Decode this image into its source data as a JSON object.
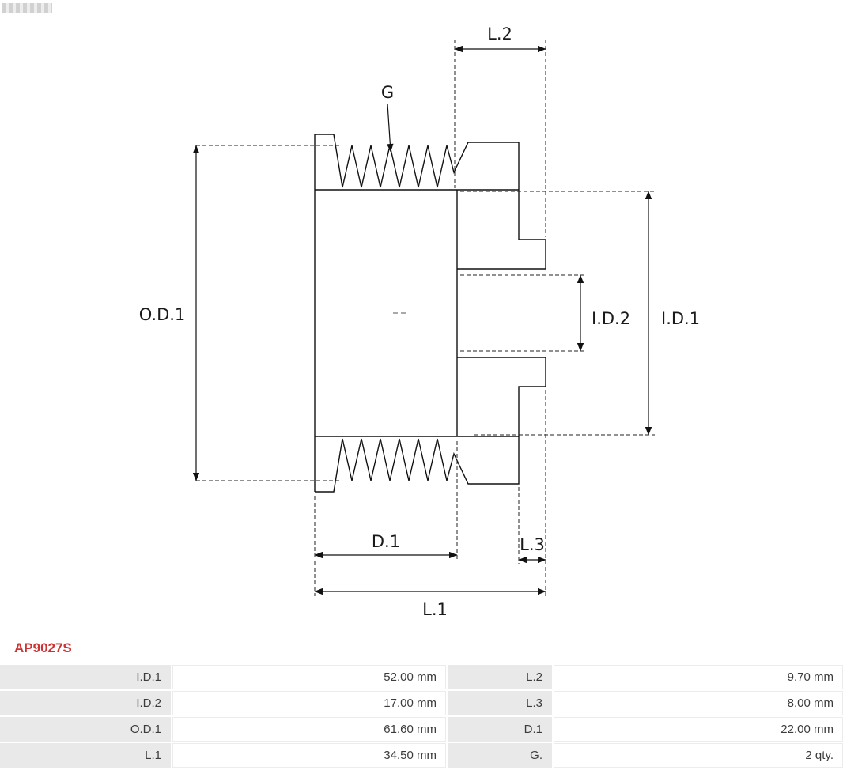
{
  "header": {
    "logo_icon": "as-pl-logo"
  },
  "part_number": {
    "text": "AP9027S",
    "color": "#cc3333"
  },
  "diagram": {
    "type": "pulley-cross-section-technical-drawing",
    "labels": {
      "g": "G",
      "l2": "L.2",
      "od1": "O.D.1",
      "id2": "I.D.2",
      "id1": "I.D.1",
      "d1": "D.1",
      "l3": "L.3",
      "l1": "L.1"
    }
  },
  "specs": {
    "rows": [
      {
        "label1": "I.D.1",
        "value1": "52.00 mm",
        "label2": "L.2",
        "value2": "9.70 mm"
      },
      {
        "label1": "I.D.2",
        "value1": "17.00 mm",
        "label2": "L.3",
        "value2": "8.00 mm"
      },
      {
        "label1": "O.D.1",
        "value1": "61.60 mm",
        "label2": "D.1",
        "value2": "22.00 mm"
      },
      {
        "label1": "L.1",
        "value1": "34.50 mm",
        "label2": "G.",
        "value2": "2 qty."
      }
    ]
  }
}
